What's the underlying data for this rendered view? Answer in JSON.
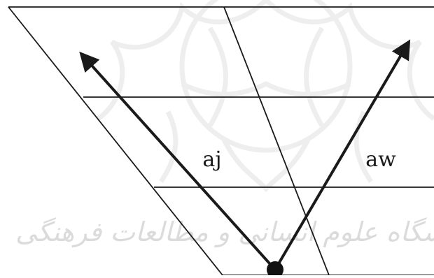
{
  "labels": {
    "left_vector": "aj",
    "right_vector": "aw"
  },
  "watermark": {
    "text": "پژوهشگاه علوم انسانی و مطالعات فرهنگی",
    "kind": "logo-watermark"
  },
  "colors": {
    "background": "#ffffff",
    "line": "#1a1a1a",
    "watermark": "#c8c8c8"
  }
}
